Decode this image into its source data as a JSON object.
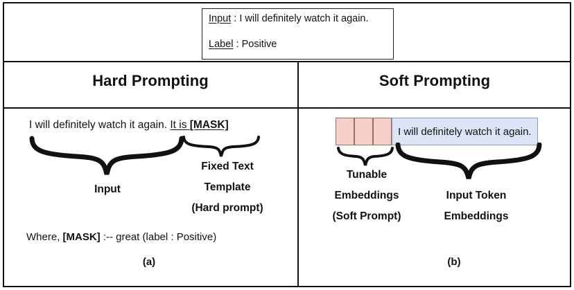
{
  "figure": {
    "example": {
      "input_key": "Input",
      "input_sep": " :  ",
      "input_value": "I will definitely watch it again.",
      "label_key": "Label",
      "label_sep": " :  ",
      "label_value": "Positive"
    },
    "columns": {
      "left_title": "Hard Prompting",
      "right_title": "Soft Prompting"
    },
    "hard": {
      "sentence": "I will definitely watch it again.",
      "template_prefix": "It is ",
      "mask_token": "[MASK]",
      "brace_input_label": "Input",
      "brace_template_line1": "Fixed Text",
      "brace_template_line2": "Template",
      "brace_template_line3": "(Hard prompt)",
      "where_prefix": "Where,  ",
      "where_mask": "[MASK]",
      "where_suffix": " :-- great (label : Positive)",
      "subfigure": "(a)"
    },
    "soft": {
      "tunable_cells": 3,
      "embedding_text": "I will definitely watch it again.",
      "brace_tunable_line1": "Tunable",
      "brace_tunable_line2": "Embeddings",
      "brace_tunable_line3": "(Soft Prompt)",
      "brace_input_line1": "Input Token",
      "brace_input_line2": "Embeddings",
      "subfigure": "(b)"
    },
    "colors": {
      "tunable_fill": "#f7cfc9",
      "tunable_stroke": "#9b6b68",
      "input_fill": "#dbe5f5",
      "input_stroke": "#8a9cb5",
      "ink": "#111111",
      "background": "#ffffff"
    }
  }
}
